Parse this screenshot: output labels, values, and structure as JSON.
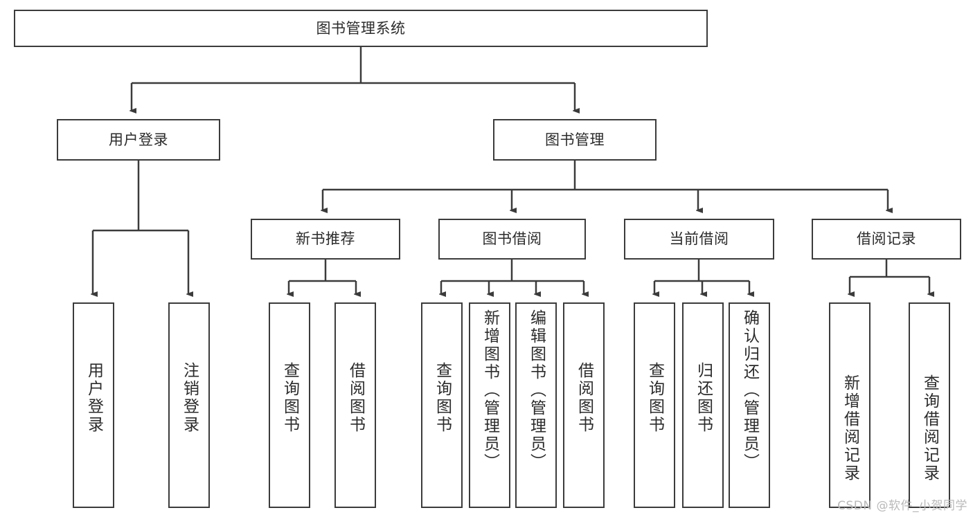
{
  "diagram": {
    "type": "tree-hierarchy-chart",
    "title": "图书管理系统",
    "root": {
      "label": "图书管理系统"
    },
    "level2": [
      {
        "label": "用户登录"
      },
      {
        "label": "图书管理"
      }
    ],
    "level3": [
      {
        "label": "新书推荐"
      },
      {
        "label": "图书借阅"
      },
      {
        "label": "当前借阅"
      },
      {
        "label": "借阅记录"
      }
    ],
    "leaves": {
      "user_login": [
        {
          "label": "用户登录"
        },
        {
          "label": "注销登录"
        }
      ],
      "new_book_recommend": [
        {
          "label": "查询图书"
        },
        {
          "label": "借阅图书"
        }
      ],
      "book_borrow": [
        {
          "label": "查询图书"
        },
        {
          "label": "新增图书（管理员）"
        },
        {
          "label": "编辑图书（管理员）"
        },
        {
          "label": "借阅图书"
        }
      ],
      "current_borrow": [
        {
          "label": "查询图书"
        },
        {
          "label": "归还图书"
        },
        {
          "label": "确认归还（管理员）"
        }
      ],
      "borrow_record": [
        {
          "label": "新增借阅记录"
        },
        {
          "label": "查询借阅记录"
        }
      ]
    }
  },
  "watermark": {
    "text": "CSDN @软件_小贺同学"
  },
  "colors": {
    "stroke": "#3b3b3b",
    "text": "#2b2b2b",
    "background": "#ffffff",
    "watermark": "#b9b9b9"
  }
}
